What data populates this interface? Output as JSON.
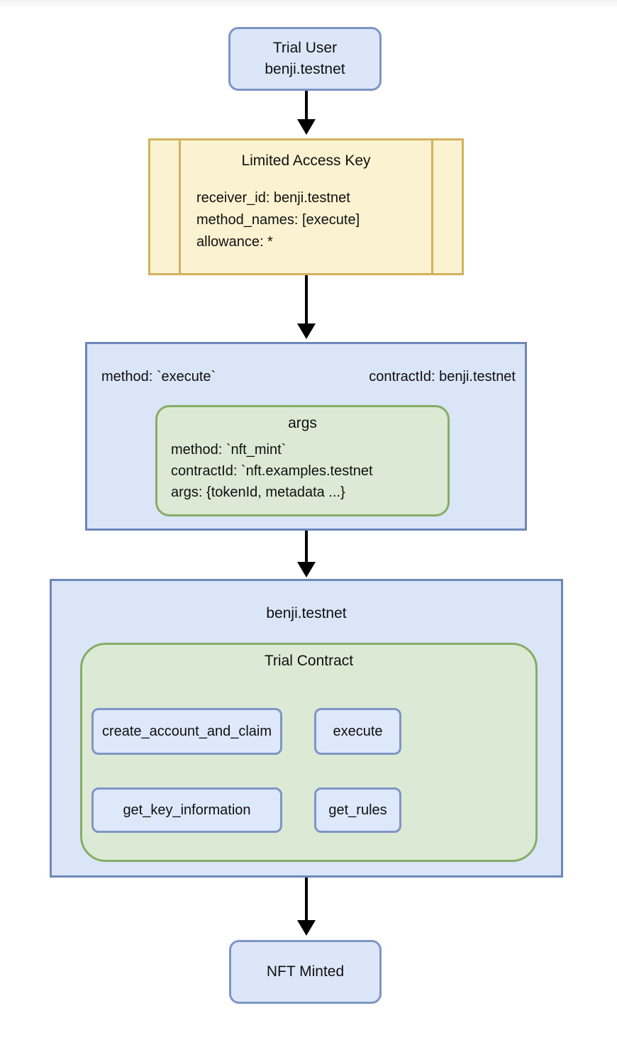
{
  "colors": {
    "node_fill": "#dbe6f9",
    "node_border": "#7e95c6",
    "container_fill": "#dbe5f8",
    "container_border": "#6c87b8",
    "key_fill": "#fbf2d1",
    "key_border": "#d2b25c",
    "green_fill": "#dbe9d5",
    "green_border": "#85ad66",
    "arrow": "#000000"
  },
  "nodes": {
    "trial_user": {
      "role": "Trial User",
      "account": "benji.testnet"
    },
    "limited_access_key": {
      "title": "Limited Access Key",
      "lines": [
        "receiver_id: benji.testnet",
        "method_names: [execute]",
        "allowance: *"
      ]
    },
    "execute_call": {
      "method": "method: `execute`",
      "contract": "contractId: benji.testnet",
      "args": {
        "title": "args",
        "lines": [
          "method: `nft_mint`",
          "contractId: `nft.examples.testnet",
          "args: {tokenId, metadata ...}"
        ]
      }
    },
    "account": {
      "title": "benji.testnet",
      "contract": {
        "title": "Trial Contract",
        "methods": [
          "create_account_and_claim",
          "execute",
          "get_key_information",
          "get_rules"
        ]
      }
    },
    "nft_minted": {
      "label": "NFT Minted"
    }
  }
}
